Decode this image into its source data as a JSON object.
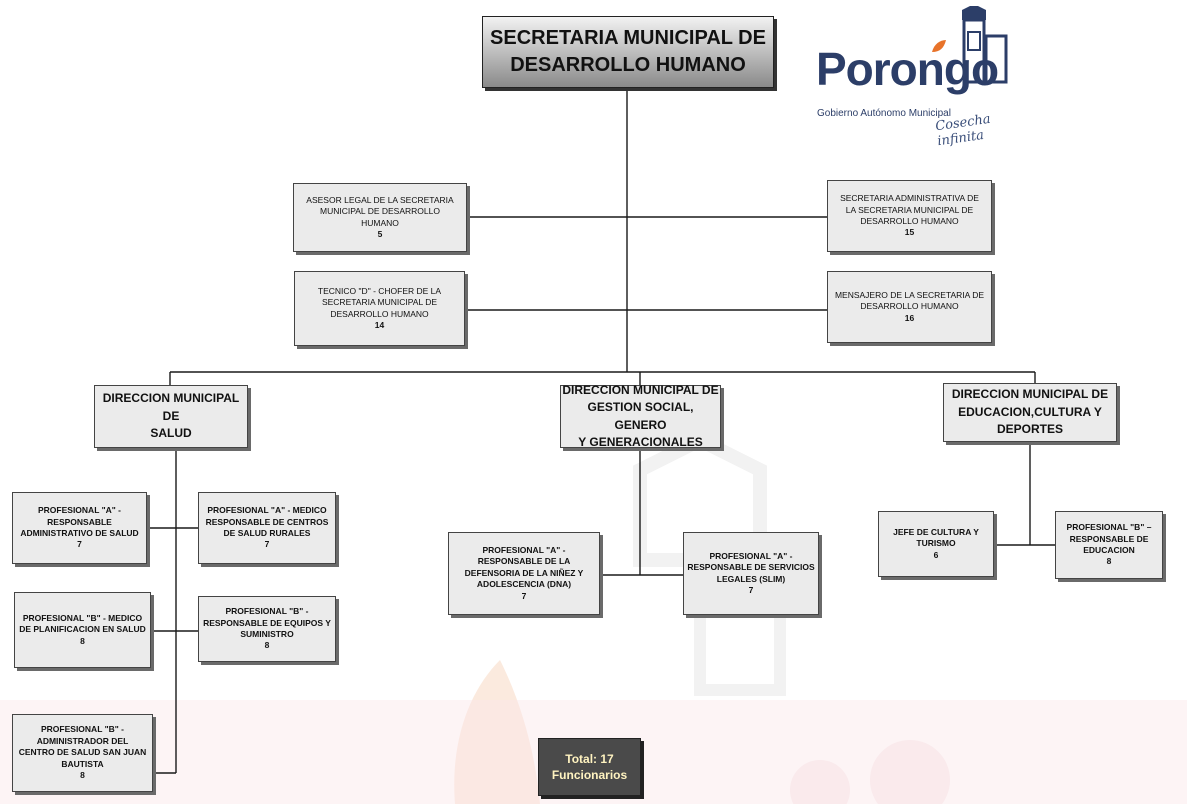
{
  "title": {
    "line1": "SECRETARIA MUNICIPAL DE",
    "line2": "DESARROLLO HUMANO"
  },
  "logo": {
    "name": "Porongo",
    "subtitle": "Gobierno Autónomo Municipal",
    "slogan": "Cosecha infinita"
  },
  "staff": {
    "asesor": {
      "lines": [
        "ASESOR LEGAL DE LA SECRETARIA",
        "MUNICIPAL DE DESARROLLO",
        "HUMANO"
      ],
      "num": "5"
    },
    "secretaria": {
      "lines": [
        "SECRETARIA ADMINISTRATIVA DE",
        "LA SECRETARIA MUNICIPAL DE",
        "DESARROLLO HUMANO"
      ],
      "num": "15"
    },
    "chofer": {
      "lines": [
        "TECNICO \"D\" - CHOFER DE LA",
        "SECRETARIA MUNICIPAL DE",
        "DESARROLLO HUMANO"
      ],
      "num": "14"
    },
    "mensajero": {
      "lines": [
        "MENSAJERO DE LA SECRETARIA DE",
        "DESARROLLO HUMANO"
      ],
      "num": "16"
    }
  },
  "directions": {
    "salud": {
      "lines": [
        "DIRECCION MUNICIPAL DE",
        "SALUD"
      ]
    },
    "gestion": {
      "lines": [
        "DIRECCION MUNICIPAL DE",
        "GESTION SOCIAL, GENERO",
        "Y GENERACIONALES"
      ]
    },
    "educacion": {
      "lines": [
        "DIRECCION MUNICIPAL DE",
        "EDUCACION,CULTURA Y",
        "DEPORTES"
      ]
    }
  },
  "salud_units": {
    "resp_admin": {
      "lines": [
        "PROFESIONAL \"A\" -",
        "RESPONSABLE",
        "ADMINISTRATIVO DE SALUD"
      ],
      "num": "7"
    },
    "medico_rurales": {
      "lines": [
        "PROFESIONAL \"A\" - MEDICO",
        "RESPONSABLE DE CENTROS",
        "DE SALUD RURALES"
      ],
      "num": "7"
    },
    "medico_planif": {
      "lines": [
        "PROFESIONAL \"B\" - MEDICO",
        "DE PLANIFICACION EN SALUD"
      ],
      "num": "8"
    },
    "equipos": {
      "lines": [
        "PROFESIONAL \"B\" -",
        "RESPONSABLE DE EQUIPOS Y",
        "SUMINISTRO"
      ],
      "num": "8"
    },
    "centro_sj": {
      "lines": [
        "PROFESIONAL \"B\" -",
        "ADMINISTRADOR DEL",
        "CENTRO DE SALUD SAN JUAN",
        "BAUTISTA"
      ],
      "num": "8"
    }
  },
  "gestion_units": {
    "dna": {
      "lines": [
        "PROFESIONAL \"A\" -",
        "RESPONSABLE DE LA",
        "DEFENSORIA DE LA NIÑEZ Y",
        "ADOLESCENCIA (DNA)"
      ],
      "num": "7"
    },
    "slim": {
      "lines": [
        "PROFESIONAL \"A\" -",
        "RESPONSABLE DE SERVICIOS",
        "LEGALES (SLIM)"
      ],
      "num": "7"
    }
  },
  "educacion_units": {
    "cultura": {
      "lines": [
        "JEFE DE CULTURA Y",
        "TURISMO"
      ],
      "num": "6"
    },
    "educacion": {
      "lines": [
        "PROFESIONAL \"B\" –",
        "RESPONSABLE DE",
        "EDUCACION"
      ],
      "num": "8"
    }
  },
  "total": {
    "line1": "Total: 17",
    "line2": "Funcionarios"
  },
  "colors": {
    "box_bg": "#ebebeb",
    "shadow": "#6a6a6a",
    "logo_blue": "#2c3e68",
    "logo_orange": "#e8732a",
    "watermark_orange": "#f4c9a6",
    "watermark_pink": "#f6d8dd"
  }
}
